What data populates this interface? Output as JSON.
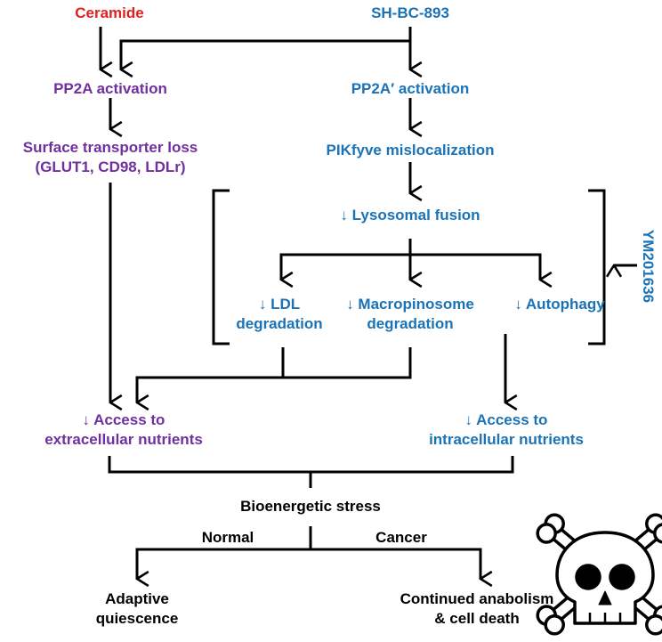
{
  "colors": {
    "ceramide": "#e02020",
    "sh_bc_893": "#1a73b6",
    "ceramide_pathway": "#7030a0",
    "sh_pathway": "#1a73b6",
    "outcome": "#000000"
  },
  "sources": {
    "ceramide": "Ceramide",
    "sh_bc_893": "SH-BC-893"
  },
  "left_pathway": {
    "pp2a": "PP2A activation",
    "transporter_line1": "Surface transporter loss",
    "transporter_line2": "(GLUT1, CD98, LDLr)",
    "access_line1": "↓ Access to",
    "access_line2": "extracellular nutrients"
  },
  "right_pathway": {
    "pp2a_prime": "PP2A′ activation",
    "pikfyve": "PIKfyve mislocalization",
    "lysosomal_fusion": "↓ Lysosomal fusion",
    "ldl_line1": "↓ LDL",
    "ldl_line2": "degradation",
    "macro_line1": "↓ Macropinosome",
    "macro_line2": "degradation",
    "autophagy": "↓ Autophagy",
    "inhibitor": "YM201636",
    "access_line1": "↓ Access to",
    "access_line2": "intracellular nutrients"
  },
  "outcome": {
    "stress": "Bioenergetic stress",
    "normal": "Normal",
    "cancer": "Cancer",
    "adaptive_line1": "Adaptive",
    "adaptive_line2": "quiescence",
    "continued_line1": "Continued anabolism",
    "continued_line2": "& cell death",
    "death_symbol": "skull-and-crossbones-icon"
  }
}
